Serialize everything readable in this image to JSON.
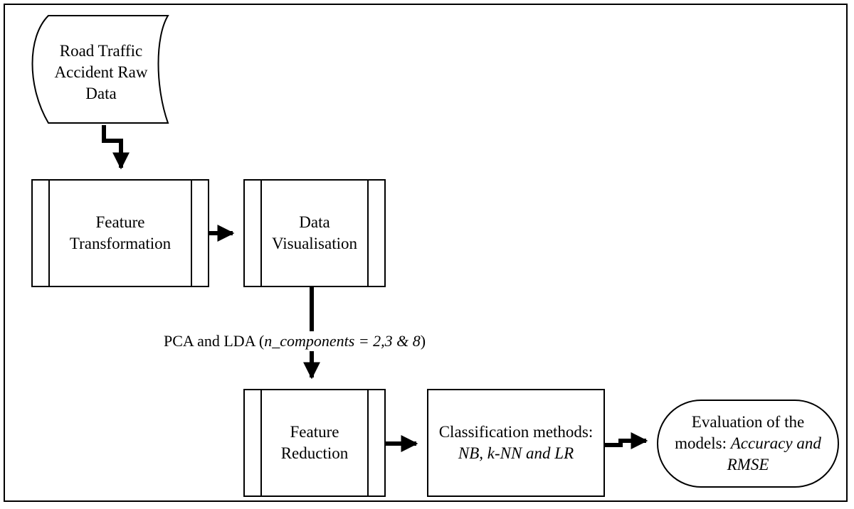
{
  "nodes": {
    "raw_data": {
      "line1": "Road Traffic",
      "line2": "Accident Raw",
      "line3": "Data"
    },
    "feature_transformation": {
      "line1": "Feature",
      "line2": "Transformation"
    },
    "data_visualisation": {
      "line1": "Data",
      "line2": "Visualisation"
    },
    "feature_reduction": {
      "line1": "Feature",
      "line2": "Reduction"
    },
    "classification": {
      "line1": "Classification methods:",
      "line2": "NB, k-NN and LR"
    },
    "evaluation": {
      "line1": "Evaluation of the",
      "line2_plain": "models: ",
      "line2_italic": "Accuracy and",
      "line3": "RMSE"
    }
  },
  "edge_label": {
    "plain": "PCA and LDA (",
    "italic": "n_components = 2,3 & 8",
    "close": ")"
  }
}
